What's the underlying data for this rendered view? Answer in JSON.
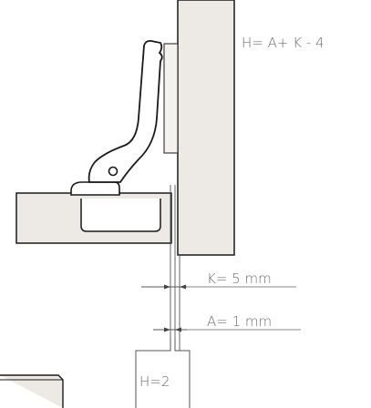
{
  "formula": "H= A+ K - 4",
  "k_label": "K= 5 mm",
  "a_label": "A= 1 mm",
  "h_label": "H=2",
  "colors": {
    "panel_fill": "#ede9e4",
    "stroke": "#1a1a1a",
    "text": "#6e6e6e",
    "background": "#ffffff"
  },
  "icons": {
    "hinge": "hinge-arm-icon",
    "cup": "hinge-cup-icon",
    "screw": "screw-hole-icon"
  }
}
